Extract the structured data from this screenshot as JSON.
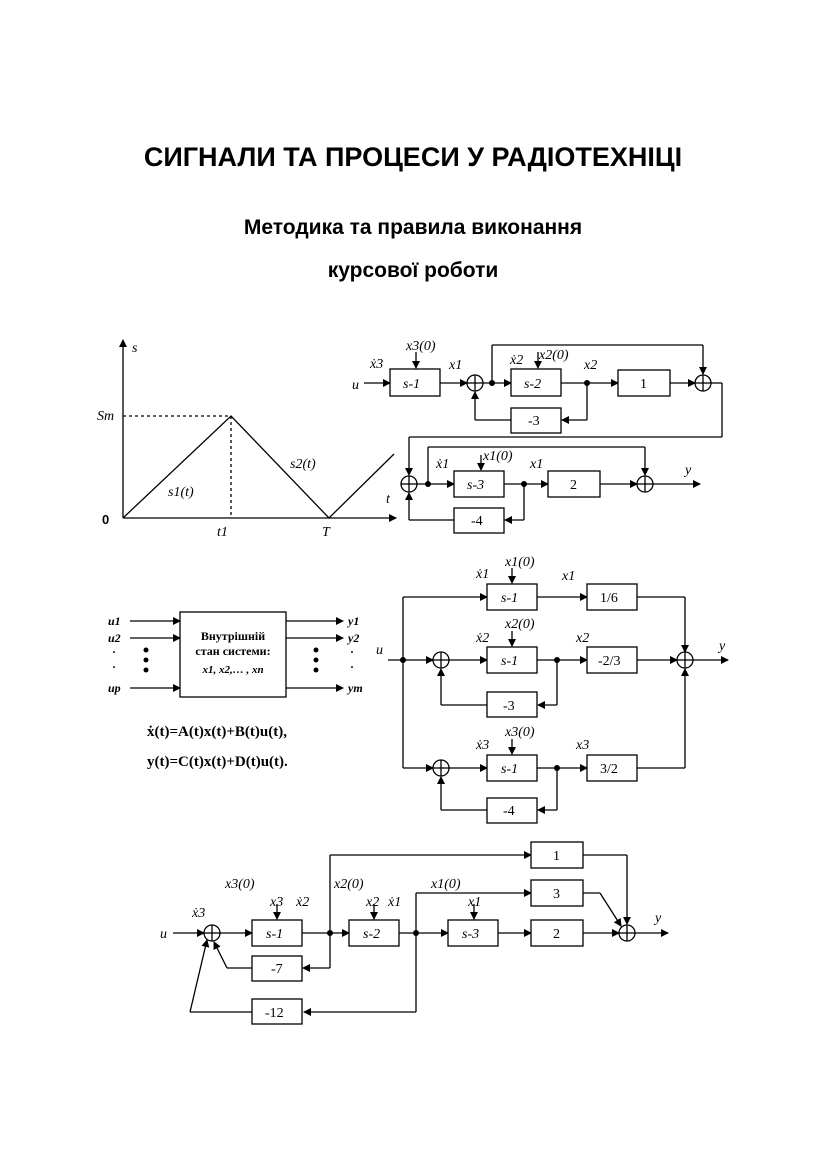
{
  "document": {
    "title": "СИГНАЛИ ТА ПРОЦЕСИ У РАДІОТЕХНІЦІ",
    "subtitle_line1": "Методика та правила виконання",
    "subtitle_line2": "курсової роботи"
  },
  "signal_plot": {
    "y_axis": "s",
    "x_axis": "t",
    "peak": "Sm",
    "origin": "0",
    "t1": "t1",
    "T": "T",
    "s1": "s1(t)",
    "s2": "s2(t)"
  },
  "diagram_cascade": {
    "input": "u",
    "output": "y",
    "x3dot": "ẋ3",
    "x30": "x3(0)",
    "x1": "x1",
    "x2dot": "ẋ2",
    "x20": "x2(0)",
    "x2": "x2",
    "x1dot": "ẋ1",
    "x10": "x1(0)",
    "x1b": "x1",
    "block_a": "s-1",
    "block_b": "s-2",
    "block_c": "s-3",
    "gain_1": "1",
    "gain_m3": "-3",
    "gain_m4": "-4",
    "gain_2": "2"
  },
  "state_space": {
    "inputs": [
      "u1",
      "u2",
      "·",
      "·",
      "up"
    ],
    "outputs": [
      "y1",
      "y2",
      "·",
      "·",
      "ym"
    ],
    "box_line1": "Внутрішній",
    "box_line2": "стан системи:",
    "box_line3": "x1, x2,… , xn",
    "eq1": "ẋ(t)=A(t)x(t)+B(t)u(t),",
    "eq2": "y(t)=C(t)x(t)+D(t)u(t)."
  },
  "diagram_parallel": {
    "input": "u",
    "output": "y",
    "rows": [
      {
        "xdot": "ẋ1",
        "init": "x1(0)",
        "x": "x1",
        "block": "s-1",
        "gain": "1/6",
        "feedback": ""
      },
      {
        "xdot": "ẋ2",
        "init": "x2(0)",
        "x": "x2",
        "block": "s-1",
        "gain": "-2/3",
        "feedback": "-3"
      },
      {
        "xdot": "ẋ3",
        "init": "x3(0)",
        "x": "x3",
        "block": "s-1",
        "gain": "3/2",
        "feedback": "-4"
      }
    ]
  },
  "diagram_direct": {
    "input": "u",
    "output": "y",
    "x3dot": "ẋ3",
    "x30": "x3(0)",
    "x3": "x3",
    "x2dot": "ẋ2",
    "x20": "x2(0)",
    "x2": "x2",
    "x1dot": "ẋ1",
    "x10": "x1(0)",
    "x1": "x1",
    "block_a": "s-1",
    "block_b": "s-2",
    "block_c": "s-3",
    "gain_1": "1",
    "gain_3": "3",
    "gain_2": "2",
    "gain_m7": "-7",
    "gain_m12": "-12"
  }
}
